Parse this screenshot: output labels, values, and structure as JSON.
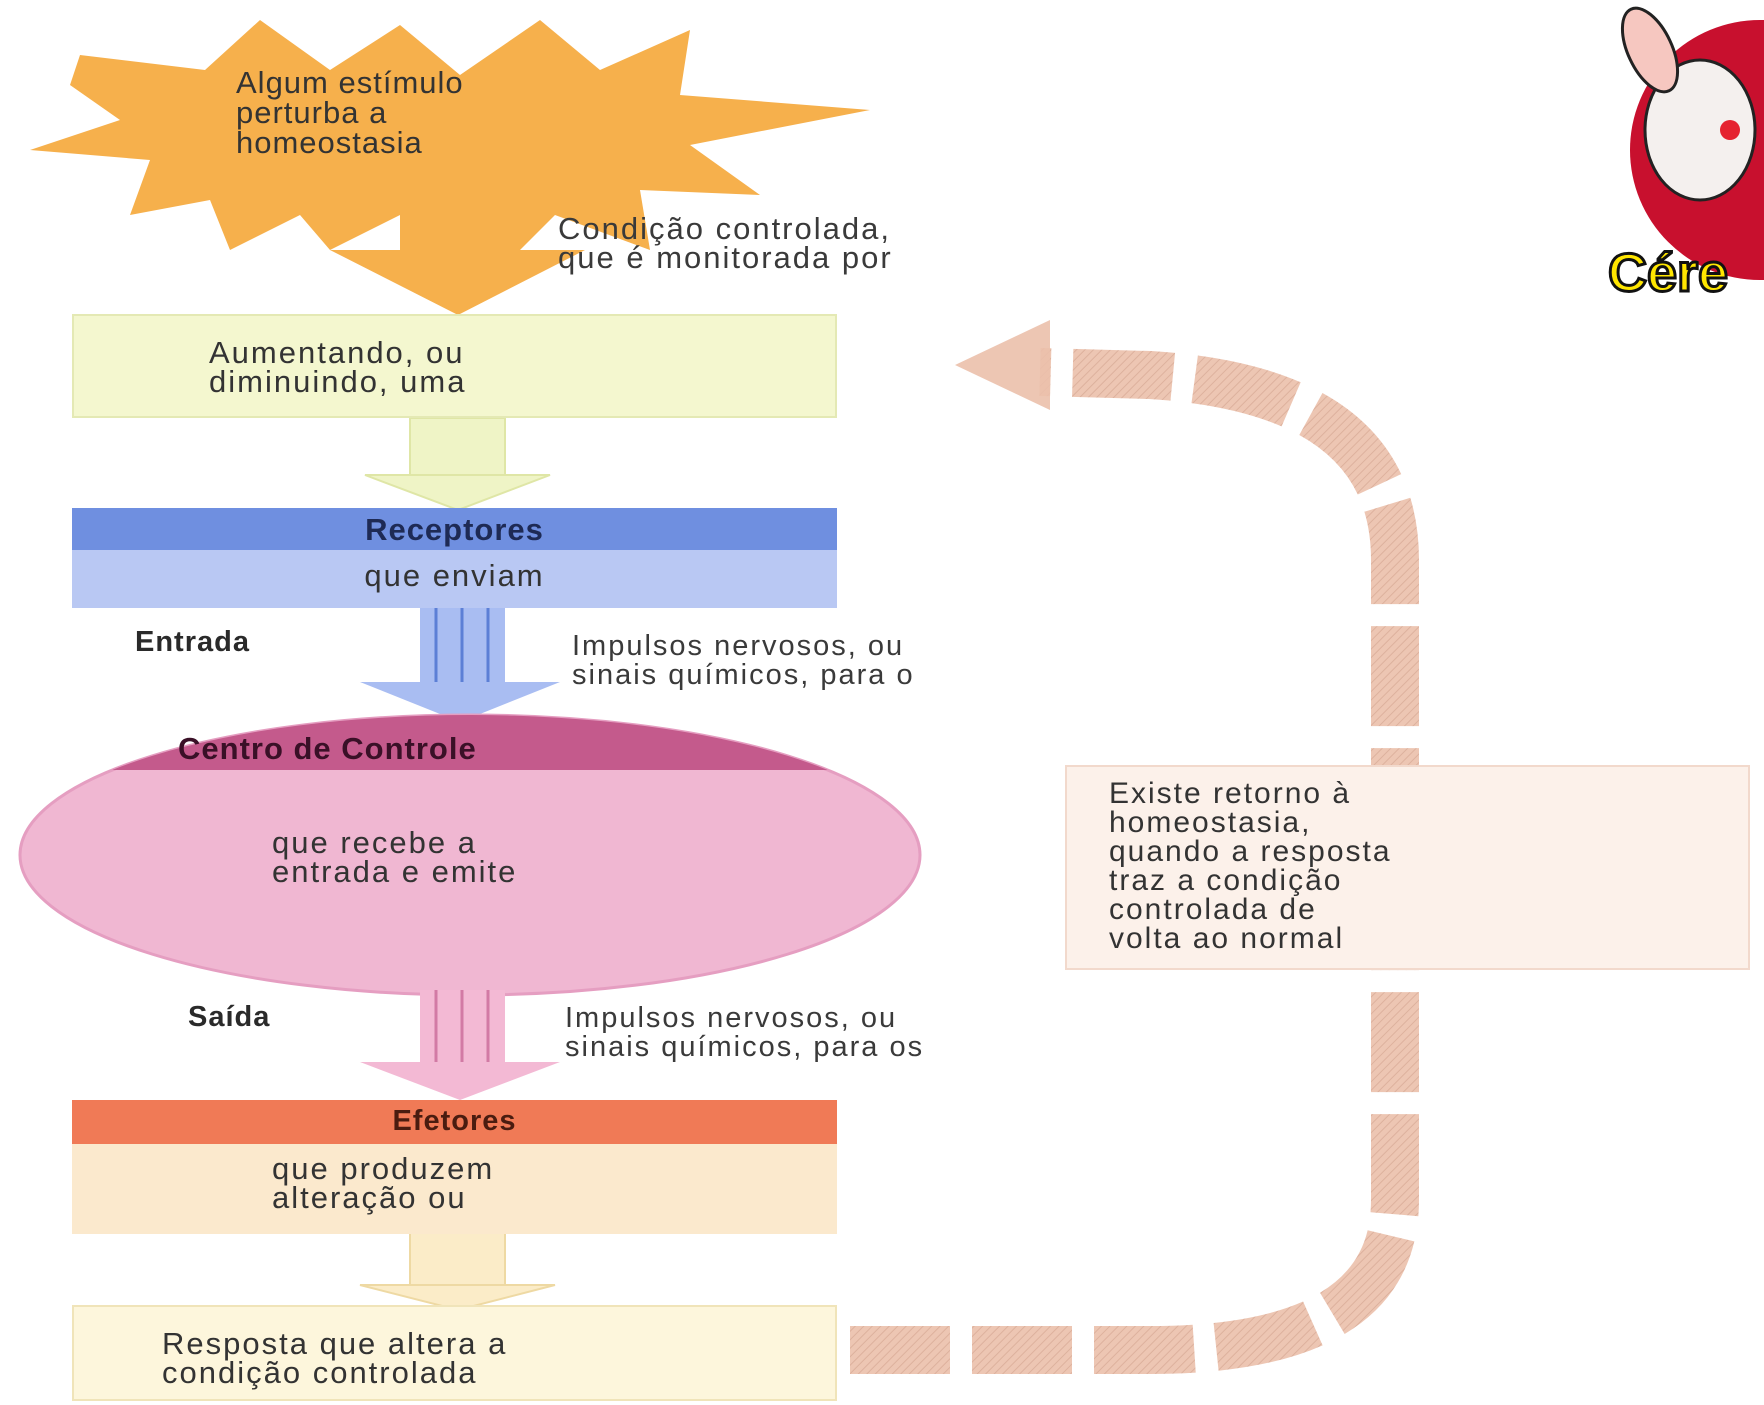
{
  "stimulus": {
    "lines": [
      "Algum estímulo",
      "perturba a",
      "homeostasia"
    ]
  },
  "notes": {
    "monitored": [
      "Condição controlada,",
      "que é monitorada por"
    ],
    "input_signals": [
      "Impulsos nervosos, ou",
      "sinais químicos, para o"
    ],
    "output_signals": [
      "Impulsos nervosos, ou",
      "sinais químicos, para os"
    ]
  },
  "controlled_condition": {
    "lines": [
      "Aumentando, ou",
      "diminuindo, uma"
    ]
  },
  "receptors": {
    "title": "Receptores",
    "body": "que enviam"
  },
  "input_label": "Entrada",
  "control_center": {
    "title": "Centro de Controle",
    "lines": [
      "que recebe a",
      "entrada e emite"
    ]
  },
  "output_label": "Saída",
  "effectors": {
    "title": "Efetores",
    "lines": [
      "que produzem",
      "alteração ou"
    ]
  },
  "response": {
    "lines": [
      "Resposta que altera a",
      "condição controlada"
    ]
  },
  "return_box": {
    "lines": [
      "Existe retorno à",
      "homeostasia,",
      "quando a resposta",
      "traz a condição",
      "controlada de",
      "volta ao normal"
    ]
  },
  "badge": {
    "text": "Cére"
  },
  "colors": {
    "stimulus": "#f6b04c",
    "yellow_box": "#f4f7cf",
    "receptor_head": "#6f8fe0",
    "receptor_body": "#b9c8f3",
    "control_center": "#f0b7d2",
    "control_head": "#c45a8c",
    "effector_head": "#f07a56",
    "effector_body": "#fbe9cd",
    "feedback_arrow": "#e7b8a2"
  }
}
